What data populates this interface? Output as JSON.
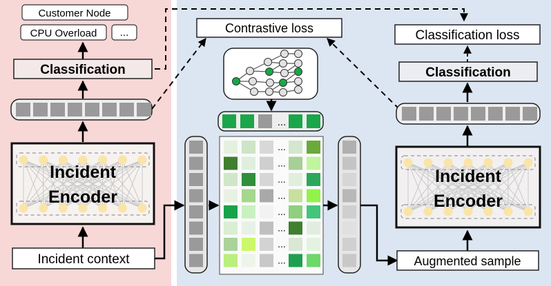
{
  "left": {
    "output_tags": [
      "Customer Node",
      "CPU Overload",
      "..."
    ],
    "classification": "Classification",
    "encoder": [
      "Incident",
      "Encoder"
    ],
    "input": "Incident context"
  },
  "middle": {
    "loss": "Contrastive loss",
    "dots": "..."
  },
  "right": {
    "loss": "Classification loss",
    "classification": "Classification",
    "encoder": [
      "Incident",
      "Encoder"
    ],
    "input": "Augmented sample"
  },
  "colors": {
    "left_panel": "#f8d7d7",
    "right_panel": "#dce6f2",
    "green": "#1aa64a",
    "cell_gray": "#9a9a9a"
  },
  "icons": [
    "graph-tree-icon",
    "fully-connected-network-icon"
  ]
}
